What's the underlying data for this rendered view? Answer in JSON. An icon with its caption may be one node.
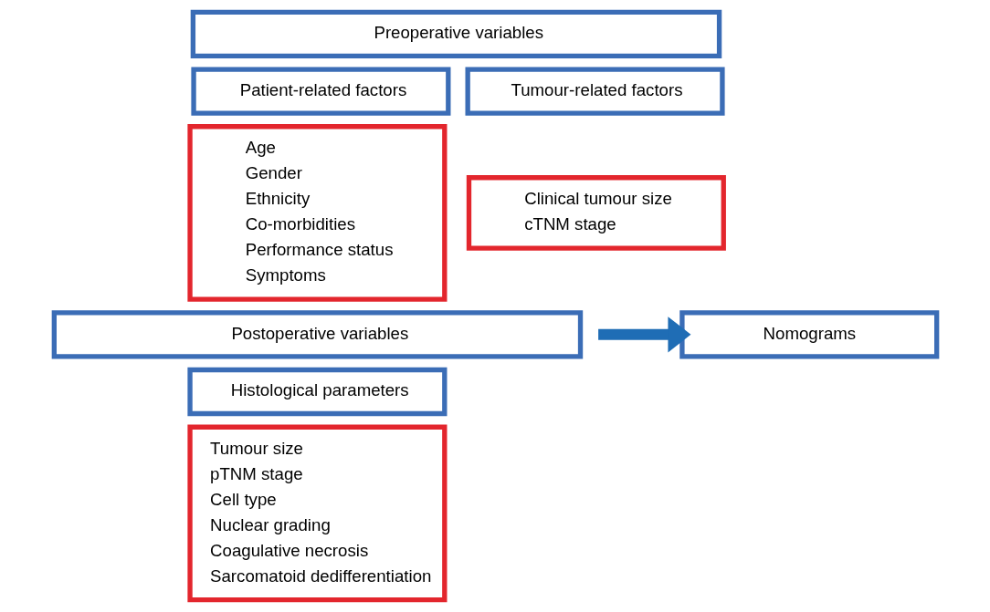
{
  "diagram": {
    "nodes": [
      {
        "text": [
          "Preoperative variables"
        ]
      },
      {
        "text": [
          "Patient-related factors"
        ]
      },
      {
        "text": [
          "Tumour-related factors"
        ]
      },
      {
        "text": [
          "Age",
          "Gender",
          "Ethnicity",
          "Co-morbidities",
          "Performance status",
          "Symptoms"
        ]
      },
      {
        "text": [
          "Clinical tumour size",
          "cTNM stage"
        ]
      },
      {
        "text": [
          "Nomograms"
        ]
      },
      {
        "text": [
          "Postoperative variables"
        ]
      },
      {
        "text": [
          "Histological parameters"
        ]
      },
      {
        "text": [
          "Tumour size",
          "pTNM stage",
          "Cell type",
          "Nuclear grading",
          "Coagulative necrosis",
          "Sarcomatoid dedifferentiation"
        ]
      }
    ],
    "edges": [
      {
        "from": null,
        "to": 5,
        "arrow": "to"
      }
    ]
  }
}
